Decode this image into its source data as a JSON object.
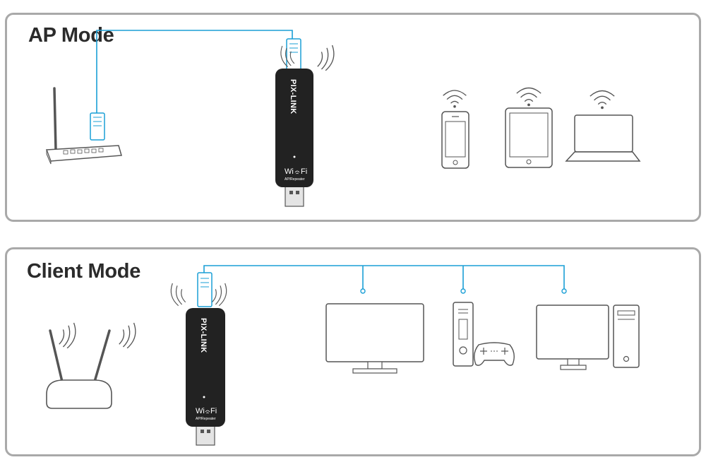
{
  "panels": {
    "ap": {
      "title": "AP Mode"
    },
    "client": {
      "title": "Client Mode"
    }
  },
  "device": {
    "brand": "PIX-LINK",
    "wifi_label": "Wi",
    "wifi_label_end": "Fi",
    "sub_label": "AP/Repeater"
  },
  "colors": {
    "cable": "#1a9fd6",
    "outline": "#555555",
    "dongle": "#222222",
    "panel_border": "#a9a9a9"
  },
  "icons": [
    "router-icon",
    "ethernet-plug-icon",
    "usb-dongle-icon",
    "wifi-waves-icon",
    "smartphone-icon",
    "tablet-icon",
    "laptop-icon",
    "dual-antenna-router-icon",
    "monitor-icon",
    "game-console-icon",
    "gamepad-icon",
    "desktop-pc-icon"
  ]
}
